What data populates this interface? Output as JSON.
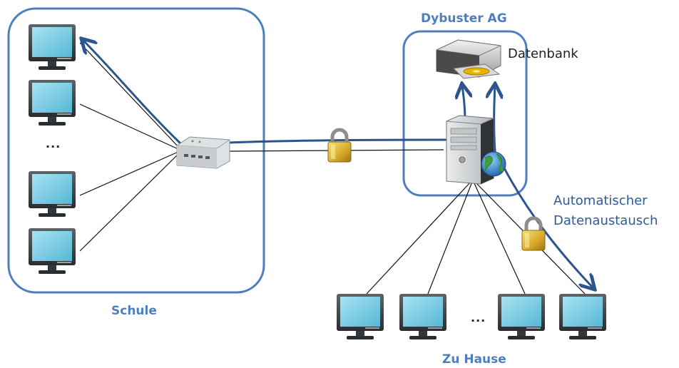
{
  "labels": {
    "schule": "Schule",
    "company": "Dybuster  AG",
    "database": "Datenbank",
    "sync_line1": "Automatischer",
    "sync_line2": "Datenaustausch",
    "home": "Zu Hause",
    "ellipsis": "..."
  },
  "colors": {
    "group_border": "#4f7ebd",
    "arrow": "#2c5590",
    "label_blue": "#4f7ebd",
    "screen": "#7fd0e8"
  },
  "icons": {
    "computer": "monitor-icon",
    "router": "router-icon",
    "server": "server-tower-icon",
    "database": "disk-drive-icon",
    "lock": "padlock-icon",
    "globe": "globe-icon"
  }
}
